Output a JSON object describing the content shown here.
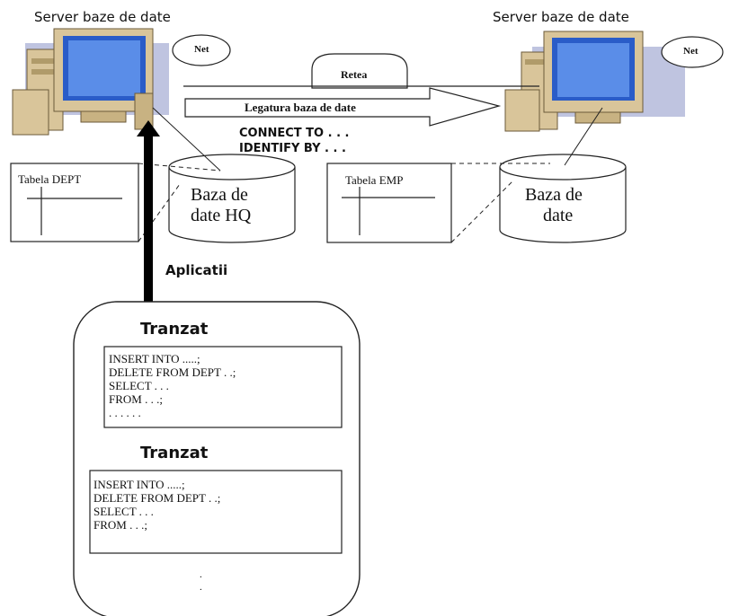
{
  "servers": {
    "left_title": "Server baze de date",
    "right_title": "Server baze de date",
    "left_net": "Net",
    "right_net": "Net"
  },
  "network": {
    "retea": "Retea",
    "db_link": "Legatura baza de date",
    "connect": "CONNECT TO . . .",
    "identify": "IDENTIFY BY . . ."
  },
  "left_db": {
    "table": "Tabela DEPT",
    "db_line1": "Baza de",
    "db_line2": "date HQ"
  },
  "right_db": {
    "table": "Tabela EMP",
    "db_line1": "Baza de",
    "db_line2": "date"
  },
  "applications": {
    "label": "Aplicatii",
    "tx1_title": "Tranzat",
    "tx1_lines": [
      "INSERT INTO .....;",
      "DELETE FROM DEPT . .;",
      "SELECT . . .",
      " FROM . . .;",
      ". . . . . ."
    ],
    "tx2_title": "Tranzat",
    "tx2_lines": [
      "INSERT INTO .....;",
      "DELETE FROM DEPT . .;",
      "SELECT . . .",
      " FROM . . .;"
    ],
    "ellipsis": [
      ".",
      "."
    ]
  },
  "colors": {
    "monitor_screen": "#2a5cc8",
    "pc_body": "#d9c59a",
    "shadow": "#8a93c6"
  }
}
